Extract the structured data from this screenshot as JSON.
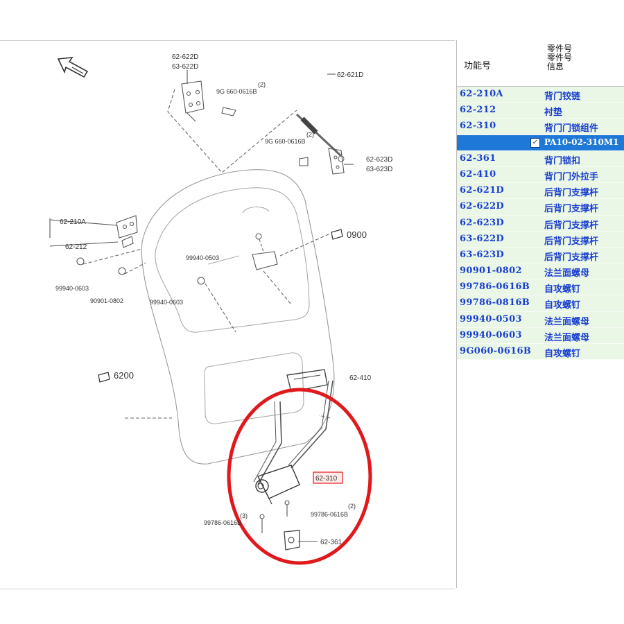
{
  "diagram": {
    "labels": {
      "l_622d": "62-622D",
      "l_633_622d": "63-622D",
      "l_621d": "62-621D",
      "l_bolt_top_qty": "(2)",
      "l_bolt_top": "9G 660-0616B",
      "l_bolt_mid_qty": "(2)",
      "l_bolt_mid": "9G 660-0616B",
      "l_623d": "62-623D",
      "l_63_623d": "63-623D",
      "l_210a": "62-210A",
      "l_212": "62-212",
      "l_0900": "0900",
      "l_99940_0503": "99940-0503",
      "l_99940_0603a": "99940-0603",
      "l_90901_0802": "90901-0802",
      "l_99940_0603b": "99940-0603",
      "l_6200": "6200",
      "l_410": "62-410",
      "l_310": "62-310",
      "l_bolt_bot_qty": "(2)",
      "l_bolt_bot": "99786-0616B",
      "l_bolt_left_qty": "(3)",
      "l_bolt_left": "99786-0616B",
      "l_361": "62-361"
    },
    "highlight_color": "#e0191d"
  },
  "parts_table": {
    "header_code": "功能号",
    "header_info": "零件号\n零件号\n信息",
    "rows": [
      {
        "code": "62-210A",
        "name": "背门铰链"
      },
      {
        "code": "62-212",
        "name": "衬垫"
      },
      {
        "code": "62-310",
        "name": "背门门锁组件"
      },
      {
        "code": "",
        "name": "PA10-02-310M1",
        "selected": true
      },
      {
        "code": "62-361",
        "name": "背门锁扣"
      },
      {
        "code": "62-410",
        "name": "背门门外拉手"
      },
      {
        "code": "62-621D",
        "name": "后背门支撑杆"
      },
      {
        "code": "62-622D",
        "name": "后背门支撑杆"
      },
      {
        "code": "62-623D",
        "name": "后背门支撑杆"
      },
      {
        "code": "63-622D",
        "name": "后背门支撑杆"
      },
      {
        "code": "63-623D",
        "name": "后背门支撑杆"
      },
      {
        "code": "90901-0802",
        "name": "法兰面螺母"
      },
      {
        "code": "99786-0616B",
        "name": "自攻螺钉"
      },
      {
        "code": "99786-0816B",
        "name": "自攻螺钉"
      },
      {
        "code": "99940-0503",
        "name": "法兰面螺母"
      },
      {
        "code": "99940-0603",
        "name": "法兰面螺母"
      },
      {
        "code": "9G060-0616B",
        "name": "自攻螺钉"
      }
    ],
    "row_bg": "#eaf7e6",
    "selected_bg": "#1e78d8",
    "code_color": "#1a3fcf"
  }
}
